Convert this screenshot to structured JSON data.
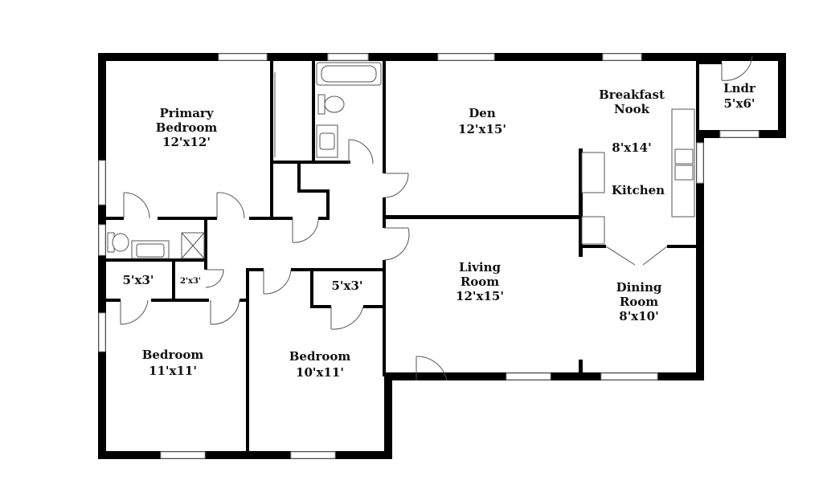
{
  "plan": {
    "rooms": [
      {
        "id": "primary-bedroom",
        "name_lines": [
          "Primary",
          "Bedroom"
        ],
        "dims": "12'x12'"
      },
      {
        "id": "den",
        "name_lines": [
          "Den"
        ],
        "dims": "12'x15'"
      },
      {
        "id": "breakfast-nook",
        "name_lines": [
          "Breakfast",
          "Nook"
        ],
        "dims": "8'x14'"
      },
      {
        "id": "kitchen",
        "name_lines": [
          "Kitchen"
        ],
        "dims": ""
      },
      {
        "id": "laundry",
        "name_lines": [
          "Lndr"
        ],
        "dims": "5'x6'"
      },
      {
        "id": "closet-left",
        "name_lines": [],
        "dims": "5'x3'"
      },
      {
        "id": "closet-small",
        "name_lines": [],
        "dims": "2'x3'"
      },
      {
        "id": "closet-mid",
        "name_lines": [],
        "dims": "5'x3'"
      },
      {
        "id": "living-room",
        "name_lines": [
          "Living",
          "Room"
        ],
        "dims": "12'x15'"
      },
      {
        "id": "dining-room",
        "name_lines": [
          "Dining",
          "Room"
        ],
        "dims": "8'x10'"
      },
      {
        "id": "bedroom-left",
        "name_lines": [
          "Bedroom"
        ],
        "dims": "11'x11'"
      },
      {
        "id": "bedroom-mid",
        "name_lines": [
          "Bedroom"
        ],
        "dims": "10'x11'"
      }
    ]
  }
}
